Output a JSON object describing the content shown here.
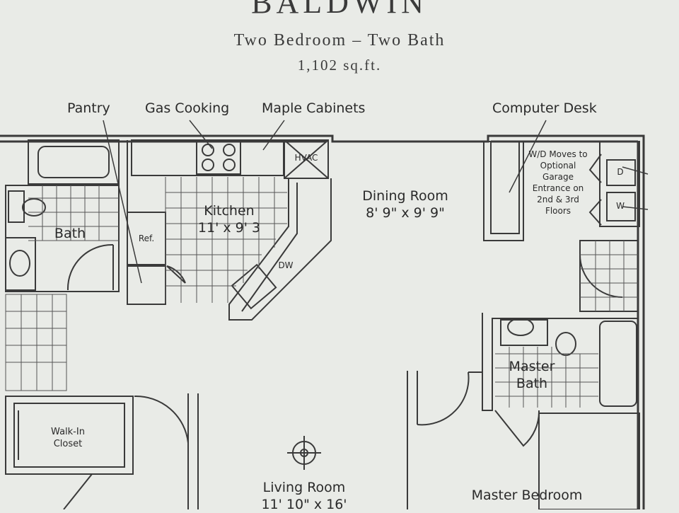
{
  "plan": {
    "name": "BALDWIN",
    "subtitle": "Two Bedroom – Two Bath",
    "area": "1,102 sq.ft."
  },
  "callouts": {
    "pantry": "Pantry",
    "gas_cooking": "Gas Cooking",
    "maple_cabinets": "Maple Cabinets",
    "computer_desk": "Computer Desk"
  },
  "rooms": {
    "kitchen": {
      "name": "Kitchen",
      "size": "11' x 9' 3"
    },
    "dining": {
      "name": "Dining Room",
      "size": "8' 9\" x 9' 9\""
    },
    "bath": {
      "name": "Bath"
    },
    "master_bath": {
      "name": "Master Bath"
    },
    "walk_in_closet": {
      "name": "Walk-In Closet"
    },
    "living": {
      "name": "Living Room",
      "size": "11' 10\" x 16'"
    },
    "master_bedroom": {
      "name": "Master Bedroom"
    }
  },
  "fixtures": {
    "hvac": "HVAC",
    "ref": "Ref.",
    "dw": "DW",
    "dryer": "D",
    "washer": "W"
  },
  "wd_note": "W/D Moves to Optional Garage Entrance on 2nd & 3rd Floors",
  "colors": {
    "paper": "#e9ebe7",
    "ink": "#3a3a3a"
  }
}
